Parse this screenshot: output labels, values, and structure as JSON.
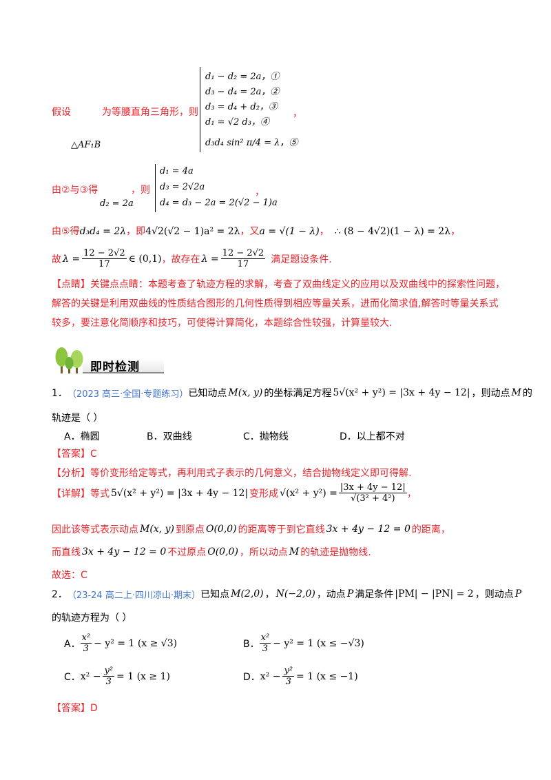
{
  "block1": {
    "assume_prefix": "假设",
    "assume_suffix": "为等腰直角三角形，则",
    "triangle": "△AF₁B",
    "system": [
      "d₁ − d₂ = 2a，①",
      "d₃ − d₄ = 2a，②",
      "d₃ = d₄ + d₂，③",
      "d₁ = √2 d₃，④",
      "d₃d₄ sin² π/4 = λ，⑤"
    ],
    "system_tail": "，"
  },
  "block2": {
    "from_label": "由②与③得",
    "given": "d₂ = 2a",
    "then": "，则",
    "system": [
      "d₁ = 4a",
      "d₃ = 2√2a",
      "d₄ = d₃ − 2a = 2(√2 − 1)a"
    ],
    "tail": "，"
  },
  "block3": {
    "p1": "由⑤得",
    "e1": "d₃d₄ = 2λ",
    "p2": "，即",
    "e2": "4√2(√2 − 1)a² = 2λ",
    "p3": "，又",
    "e3": "a = √(1 − λ)",
    "p4": "，",
    "e4": "∴ (8 − 4√2)(1 − λ) = 2λ",
    "p5": "，"
  },
  "block4": {
    "p1": "故",
    "lambda_eq": "λ =",
    "num": "12 − 2√2",
    "den": "17",
    "interval": "∈ (0,1)",
    "p2": "，故存在",
    "lambda_eq2": "λ =",
    "p3": "满足题设条件."
  },
  "comment": {
    "tag": "【点睛】",
    "line1": "关键点点睛：本题考查了轨迹方程的求解，考查了双曲线定义的应用以及双曲线中的探索性问题，",
    "line2": "解答的关键是利用双曲线的性质结合图形的几何性质得到相应等量关系，进而化简求值,解答时等量关系式",
    "line3": "较多，要注意化简顺序和技巧，可使得计算简化，本题综合性较强，计算量较大."
  },
  "section": {
    "title": "即时检测"
  },
  "q1": {
    "num": "1．",
    "source": "（2023 高三·全国·专题练习）",
    "text_a": "已知动点",
    "point": "M(x, y)",
    "text_b": "的坐标满足方程",
    "equation": "5√(x² + y²) = |3x + 4y − 12|",
    "text_c": "，则动点",
    "m": "M",
    "text_d": "的",
    "line2": "轨迹是（    ）",
    "options": [
      "A．椭圆",
      "B．双曲线",
      "C．抛物线",
      "D．以上都不对"
    ],
    "answer_tag": "【答案】",
    "answer": "C",
    "analysis_tag": "【分析】",
    "analysis": "等价变形给定等式，再利用式子表示的几何意义，结合抛物线定义即可得解.",
    "detail_tag": "【详解】",
    "detail_a": "等式",
    "detail_eq1": "5√(x² + y²) = |3x + 4y − 12|",
    "detail_b": "变形成",
    "detail_eq2": "√(x² + y²) =",
    "detail_num": "|3x + 4y − 12|",
    "detail_den": "√(3² + 4²)",
    "detail_c": "，",
    "r1_a": "因此该等式表示动点",
    "r1_p": "M(x, y)",
    "r1_b": "到原点",
    "r1_o": "O(0,0)",
    "r1_c": "的距离等于到它直线",
    "r1_l": "3x + 4y − 12 = 0",
    "r1_d": "的距离，",
    "r2_a": "而直线",
    "r2_l": "3x + 4y − 12 = 0",
    "r2_b": "不过原点",
    "r2_o": "O(0,0)",
    "r2_c": "，所以动点",
    "r2_m": "M",
    "r2_d": "的轨迹是抛物线.",
    "choose_tag": "故选：",
    "choose": "C"
  },
  "q2": {
    "num": "2．",
    "source": "（23-24 高二上·四川凉山·期末）",
    "text_a": "已知点",
    "m": "M(2,0)",
    "sep": "，",
    "n": "N(−2,0)",
    "text_b": "，动点",
    "p": "P",
    "text_c": "满足条件",
    "cond": "|PM| − |PN| = 2",
    "text_d": "，则动点",
    "p2": "P",
    "line2": "的轨迹方程为（    ）",
    "optA_label": "A．",
    "optA": "− y² = 1 (x ≥ √3)",
    "optB_label": "B．",
    "optB": "− y² = 1 (x ≤ −√3)",
    "optC_label": "C．",
    "optC_pre": "x² −",
    "optC": "= 1 (x ≥ 1)",
    "optD_label": "D．",
    "optD_pre": "x² −",
    "optD": "= 1 (x ≤ −1)",
    "frac_x2": "x²",
    "frac_y2": "y²",
    "frac_3": "3",
    "answer_tag": "【答案】",
    "answer": "D"
  }
}
